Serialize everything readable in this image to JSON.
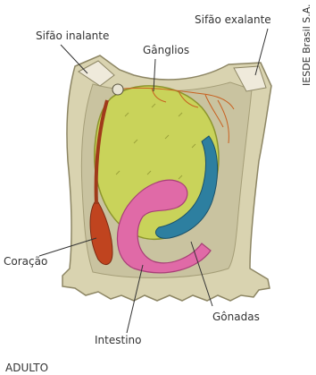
{
  "labels": {
    "sifao_inalante": "Sifão inalante",
    "sifao_exalante": "Sifão exalante",
    "ganglios": "Gânglios",
    "coracao": "Coração",
    "intestino": "Intestino",
    "gonadas": "Gônadas"
  },
  "caption": "ADULTO",
  "credit": "IESDE Brasil S.A.",
  "colors": {
    "tunic_outer": "#d9d3b0",
    "tunic_inner": "#c9c3a0",
    "branchial_sac": "#c9d35a",
    "heart": "#c0441f",
    "intestine": "#e06aa7",
    "gonad": "#2d7fa0",
    "nerves": "#c8601f"
  }
}
